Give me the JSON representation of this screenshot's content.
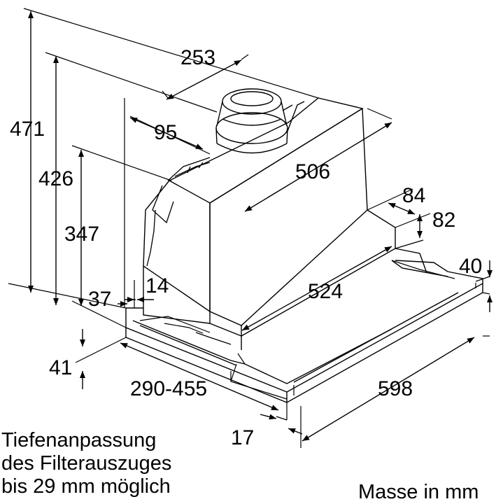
{
  "dimensions": {
    "d253": "253",
    "d95": "95",
    "d471": "471",
    "d426": "426",
    "d347": "347",
    "d506": "506",
    "d84": "84",
    "d82": "82",
    "d40": "40",
    "d524": "524",
    "d14": "14",
    "d37": "37",
    "d41": "41",
    "d290_455": "290-455",
    "d598": "598",
    "d17": "17"
  },
  "note": {
    "line1": "Tiefenanpassung",
    "line2": "des Filterauszuges",
    "line3": "bis 29 mm möglich"
  },
  "units_label": "Masse in mm"
}
